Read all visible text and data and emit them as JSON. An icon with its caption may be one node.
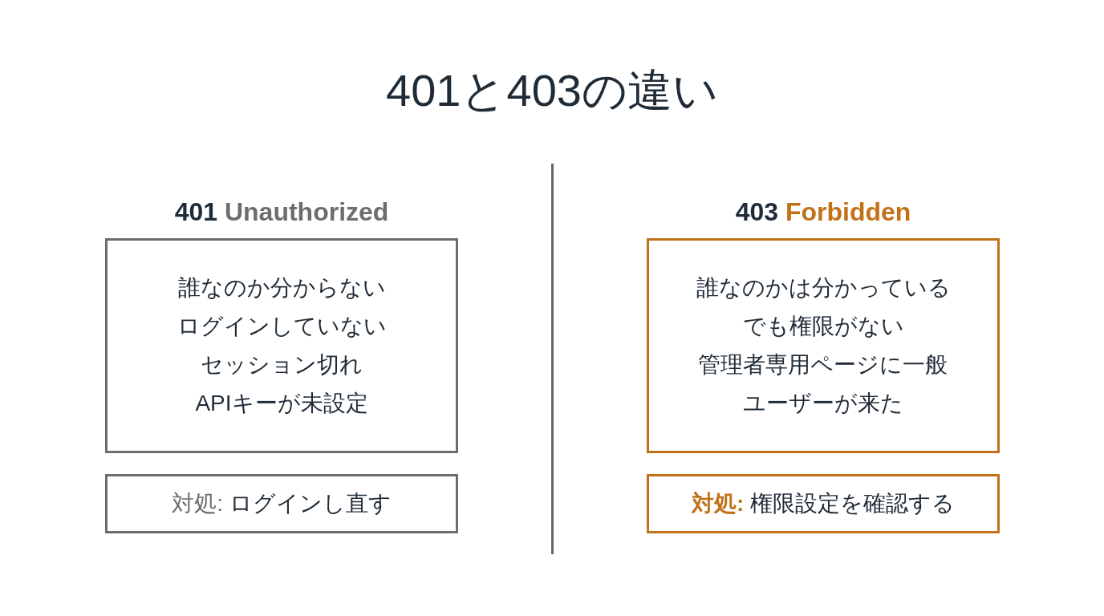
{
  "diagram": {
    "title": "401と403の違い",
    "nodes": [
      {
        "text": [
          "401 Unauthorized",
          "誰なのか分からない",
          "ログインしていない",
          "セッション切れ",
          "APIキーが未設定"
        ]
      },
      {
        "text": [
          "対処: ログインし直す"
        ]
      },
      {
        "text": [
          "403 Forbidden",
          "誰なのかは分かっている",
          "でも権限がない",
          "管理者専用ページに一般ユーザーが来た"
        ]
      },
      {
        "text": [
          "対処: 権限設定を確認する"
        ]
      }
    ]
  }
}
